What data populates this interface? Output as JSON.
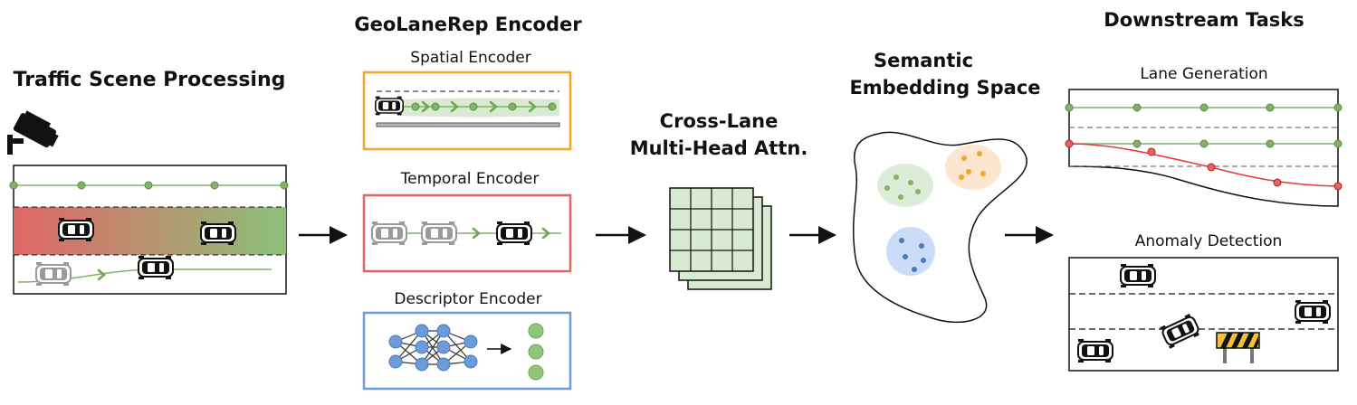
{
  "traffic": {
    "title": "Traffic Scene Processing"
  },
  "encoder": {
    "title": "GeoLaneRep Encoder",
    "spatial": "Spatial Encoder",
    "temporal": "Temporal Encoder",
    "descriptor": "Descriptor Encoder"
  },
  "attention": {
    "line1": "Cross-Lane",
    "line2": "Multi-Head Attn."
  },
  "embedding": {
    "line1": "Semantic",
    "line2": "Embedding Space"
  },
  "downstream": {
    "title": "Downstream Tasks",
    "lane_generation": "Lane Generation",
    "anomaly_detection": "Anomaly Detection"
  },
  "colors": {
    "green": "#82b366",
    "red": "#e06666",
    "orange": "#f5a623",
    "blue": "#6c9bd9",
    "dark": "#111111"
  }
}
